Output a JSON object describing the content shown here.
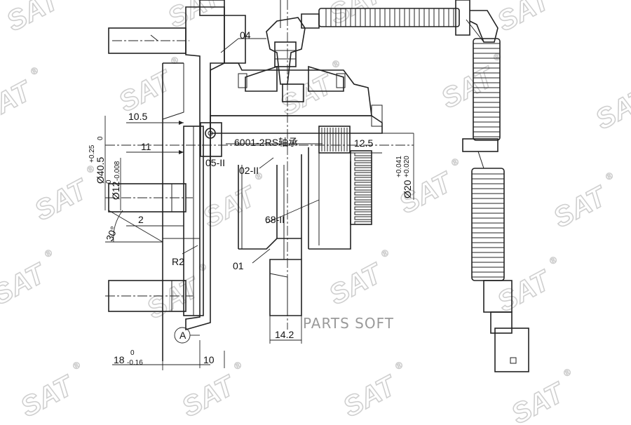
{
  "watermark": {
    "text": "SAT",
    "mark": "®"
  },
  "brand_overlay": "PARTS SOFT",
  "parts": {
    "p04": "04",
    "p05": "05-II",
    "p02": "02-II",
    "p68": "68-II",
    "p01": "01",
    "bearing": "6001-2RS轴承"
  },
  "dims": {
    "d10_5": "10.5",
    "d11": "11",
    "d2": "2",
    "d30": "30°",
    "r2": "R2",
    "d12_5": "12.5",
    "d14_2": "14.2",
    "d10": "10",
    "d18": "18",
    "d18_tol_upper": "0",
    "d18_tol_lower": "-0.16",
    "dia40_5": "Ø40.5",
    "dia40_5_tol_upper": "+0.25",
    "dia40_5_tol_lower": "0",
    "dia12": "Ø12",
    "dia12_tol_upper": "0",
    "dia12_tol_lower": "-0.008",
    "dia20": "Ø20",
    "dia20_tol_upper": "+0.041",
    "dia20_tol_lower": "+0.020",
    "datum": "A"
  },
  "colors": {
    "line": "#222222",
    "watermark": "#cfcfcf",
    "brand": "#9a9a9a"
  }
}
